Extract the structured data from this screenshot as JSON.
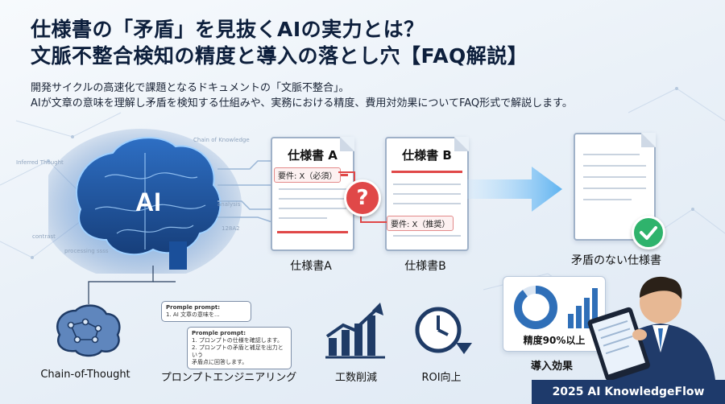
{
  "header": {
    "title_line1": "仕様書の「矛盾」を見抜くAIの実力とは？",
    "title_line2": "文脈不整合検知の精度と導入の落とし穴【FAQ解説】",
    "subtitle_line1": "開発サイクルの高速化で課題となるドキュメントの「文脈不整合」。",
    "subtitle_line2": "AIが文章の意味を理解し矛盾を検知する仕組みや、実務における精度、費用対効果についてFAQ形式で解説します。"
  },
  "brain": {
    "label": "AI",
    "bg_texts": [
      "Chain of Knowledge",
      "Inferred Thought",
      "contrast",
      "analysis",
      "128A2",
      "processing ssss"
    ]
  },
  "docs": {
    "spec_a_title": "仕様書 A",
    "spec_a_req": "要件: X（必須）",
    "spec_b_title": "仕様書 B",
    "spec_b_req": "要件: X（推奨）",
    "conflict_mark": "?",
    "caption_a": "仕様書A",
    "caption_b": "仕様書B",
    "caption_result": "矛盾のない仕様書"
  },
  "features": {
    "cot_label": "Chain-of-Thought",
    "prompt_label": "プロンプトエンジニアリング",
    "prompt_bubble1_title": "Promple prompt:",
    "prompt_bubble1_text": "1. AI 文章の意味を...",
    "prompt_bubble2_title": "Promple prompt:",
    "prompt_bubble2_text1": "1. プロンプトの仕様を確認します。",
    "prompt_bubble2_text2": "2. プロンプトの矛盾と補足を出力という",
    "prompt_bubble2_text3": "   矛盾点に回答します。",
    "workload_label": "工数削減",
    "roi_label": "ROI向上",
    "accuracy_label": "精度90%以上",
    "effect_label": "導入効果"
  },
  "footer": {
    "credit": "2025 AI KnowledgeFlow"
  },
  "colors": {
    "title": "#0d1f3c",
    "accent_blue": "#2f6fb8",
    "conflict_red": "#e04848",
    "check_green": "#2fb36c",
    "footer_bg": "#1e3a6b"
  }
}
